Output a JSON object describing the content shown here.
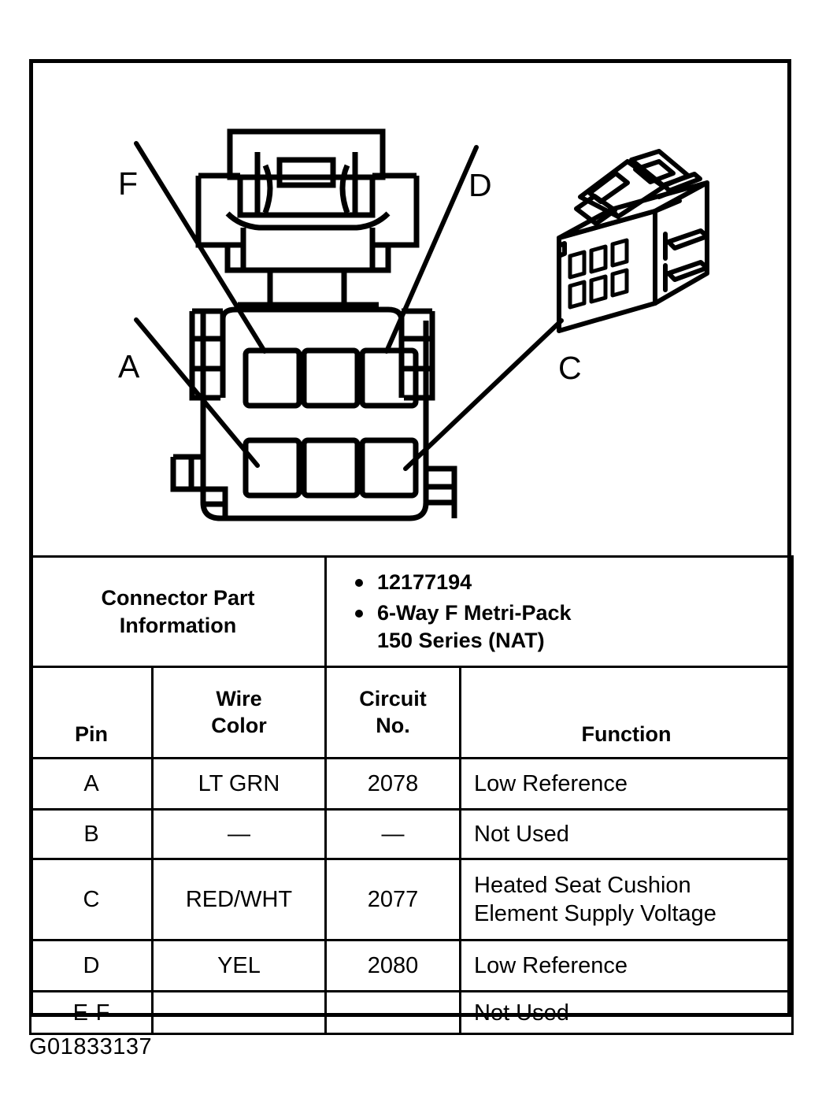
{
  "figure": {
    "id_label": "G01833137",
    "callouts": [
      {
        "key": "F",
        "label": "F"
      },
      {
        "key": "D",
        "label": "D"
      },
      {
        "key": "A",
        "label": "A"
      },
      {
        "key": "C",
        "label": "C"
      }
    ],
    "diagram_description": "6-way female Metri-Pack 150 series connector face view with 3D perspective view"
  },
  "connector_part_information": {
    "label_line1": "Connector Part",
    "label_line2": "Information",
    "items": [
      "12177194",
      "6-Way F Metri-Pack 150 Series (NAT)"
    ],
    "item2_line1": "6-Way F Metri-Pack",
    "item2_line2": "150 Series (NAT)"
  },
  "table": {
    "headers": {
      "pin": "Pin",
      "wire_color_line1": "Wire",
      "wire_color_line2": "Color",
      "circuit_no_line1": "Circuit",
      "circuit_no_line2": "No.",
      "function": "Function"
    },
    "rows": [
      {
        "pin": "A",
        "wire_color": "LT GRN",
        "circuit_no": "2078",
        "function_line1": "Low Reference",
        "function_line2": ""
      },
      {
        "pin": "B",
        "wire_color": "—",
        "circuit_no": "—",
        "function_line1": "Not Used",
        "function_line2": ""
      },
      {
        "pin": "C",
        "wire_color": "RED/WHT",
        "circuit_no": "2077",
        "function_line1": "Heated Seat Cushion",
        "function_line2": "Element Supply Voltage"
      },
      {
        "pin": "D",
        "wire_color": "YEL",
        "circuit_no": "2080",
        "function_line1": "Low Reference",
        "function_line2": ""
      },
      {
        "pin": "E-F",
        "wire_color": "—",
        "circuit_no": "—",
        "function_line1": "Not Used",
        "function_line2": ""
      }
    ]
  },
  "colors": {
    "ink": "#000000",
    "paper": "#ffffff"
  }
}
